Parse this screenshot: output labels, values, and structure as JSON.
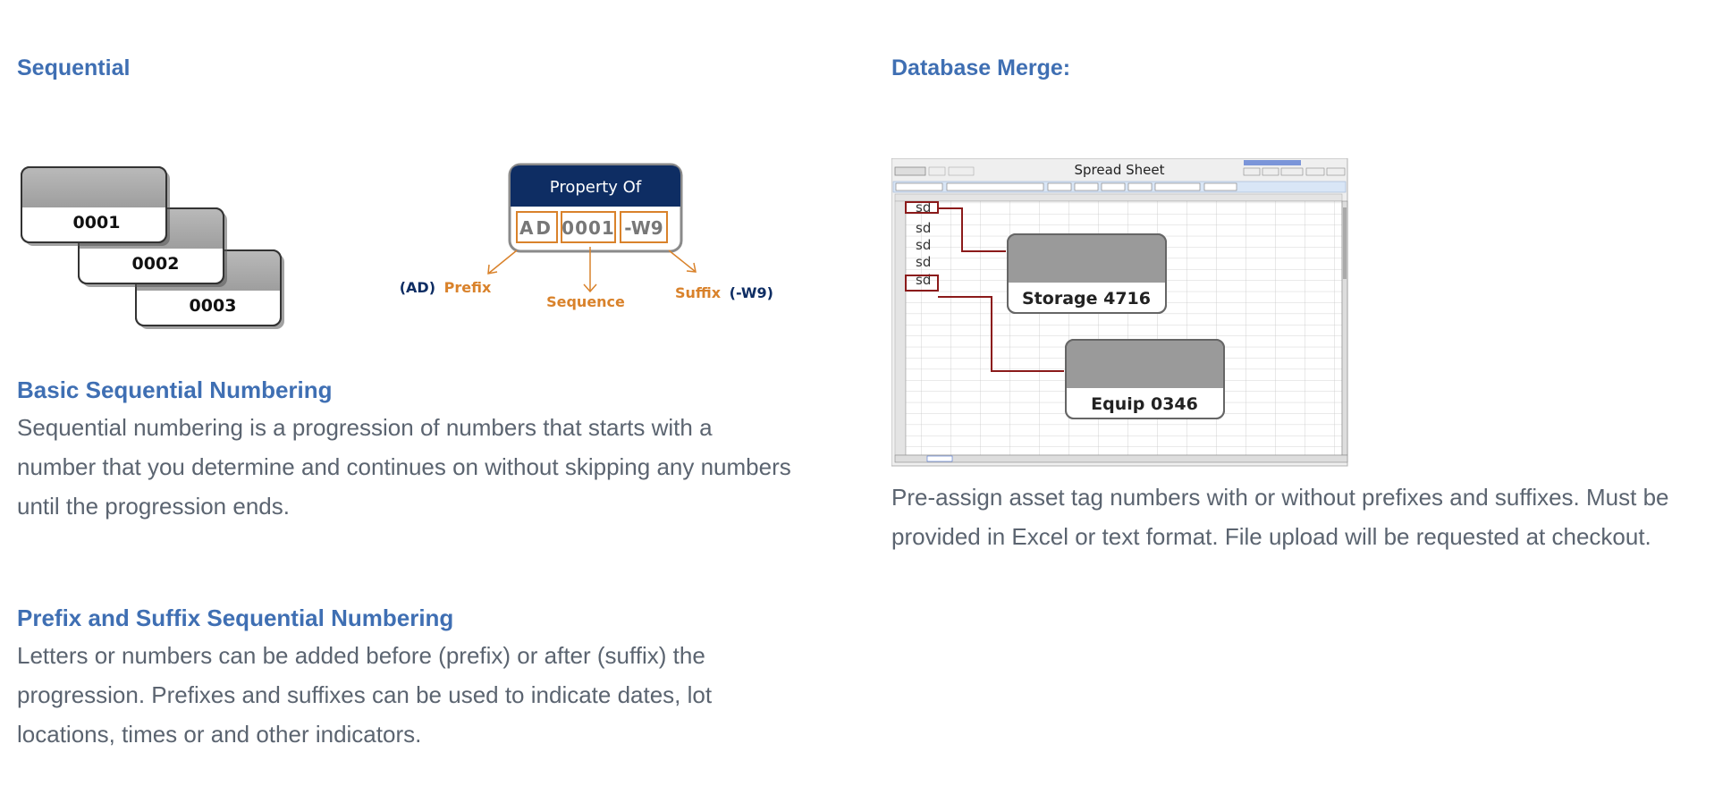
{
  "left": {
    "heading": "Sequential",
    "stack_tags": [
      "0001",
      "0002",
      "0003"
    ],
    "property_tag": {
      "header": "Property Of",
      "prefix_code": "AD",
      "sequence_code": "0001",
      "suffix_code": "-W9",
      "prefix_caption_code": "(AD)",
      "prefix_caption": "Prefix",
      "sequence_caption": "Sequence",
      "suffix_caption": "Suffix",
      "suffix_caption_code": "(-W9)"
    },
    "basic": {
      "title": "Basic Sequential Numbering",
      "lines": [
        "Sequential numbering is a progression of numbers that starts with a",
        "number that you determine and continues on without skipping any numbers",
        "until the progression ends."
      ]
    },
    "prefix_suffix": {
      "title": "Prefix and Suffix Sequential Numbering",
      "lines": [
        "Letters or numbers can be added before (prefix) or after (suffix) the",
        "progression. Prefixes and suffixes can be used to indicate dates, lot",
        "locations, times or and other indicators."
      ]
    }
  },
  "right": {
    "heading": "Database Merge:",
    "spreadsheet": {
      "title": "Spread Sheet",
      "cells": [
        "sd",
        "sd",
        "sd",
        "sd",
        "sd"
      ],
      "tag_1": "Storage 4716",
      "tag_2": "Equip 0346"
    },
    "description_lines": [
      "Pre-assign asset tag numbers with or without prefixes and suffixes. Must be",
      "provided in Excel or text format. File upload will be requested at checkout."
    ]
  },
  "colors": {
    "heading_blue": "#3f6fb3",
    "body_gray": "#5b6470",
    "tag_navy": "#0e2d63",
    "annotation_orange": "#d9822b",
    "merge_line_red": "#8b1a1a"
  }
}
